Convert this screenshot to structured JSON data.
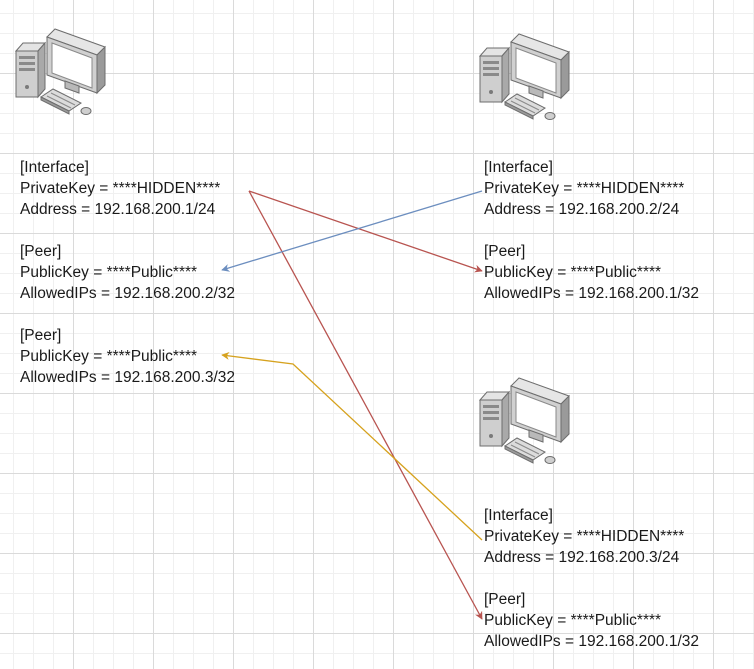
{
  "nodes": [
    {
      "interface": {
        "header": "[Interface]",
        "private_key": "PrivateKey = ****HIDDEN****",
        "address": "Address = 192.168.200.1/24"
      },
      "peers": [
        {
          "header": "[Peer]",
          "public_key": "PublicKey = ****Public****",
          "allowed_ips": "AllowedIPs = 192.168.200.2/32"
        },
        {
          "header": "[Peer]",
          "public_key": "PublicKey = ****Public****",
          "allowed_ips": "AllowedIPs = 192.168.200.3/32"
        }
      ]
    },
    {
      "interface": {
        "header": "[Interface]",
        "private_key": "PrivateKey = ****HIDDEN****",
        "address": "Address = 192.168.200.2/24"
      },
      "peers": [
        {
          "header": "[Peer]",
          "public_key": "PublicKey = ****Public****",
          "allowed_ips": "AllowedIPs = 192.168.200.1/32"
        }
      ]
    },
    {
      "interface": {
        "header": "[Interface]",
        "private_key": "PrivateKey = ****HIDDEN****",
        "address": "Address = 192.168.200.3/24"
      },
      "peers": [
        {
          "header": "[Peer]",
          "public_key": "PublicKey = ****Public****",
          "allowed_ips": "AllowedIPs = 192.168.200.1/32"
        }
      ]
    }
  ],
  "colors": {
    "arrow_red": "#b85450",
    "arrow_blue": "#6c8ebf",
    "arrow_yellow": "#d6a21e"
  }
}
